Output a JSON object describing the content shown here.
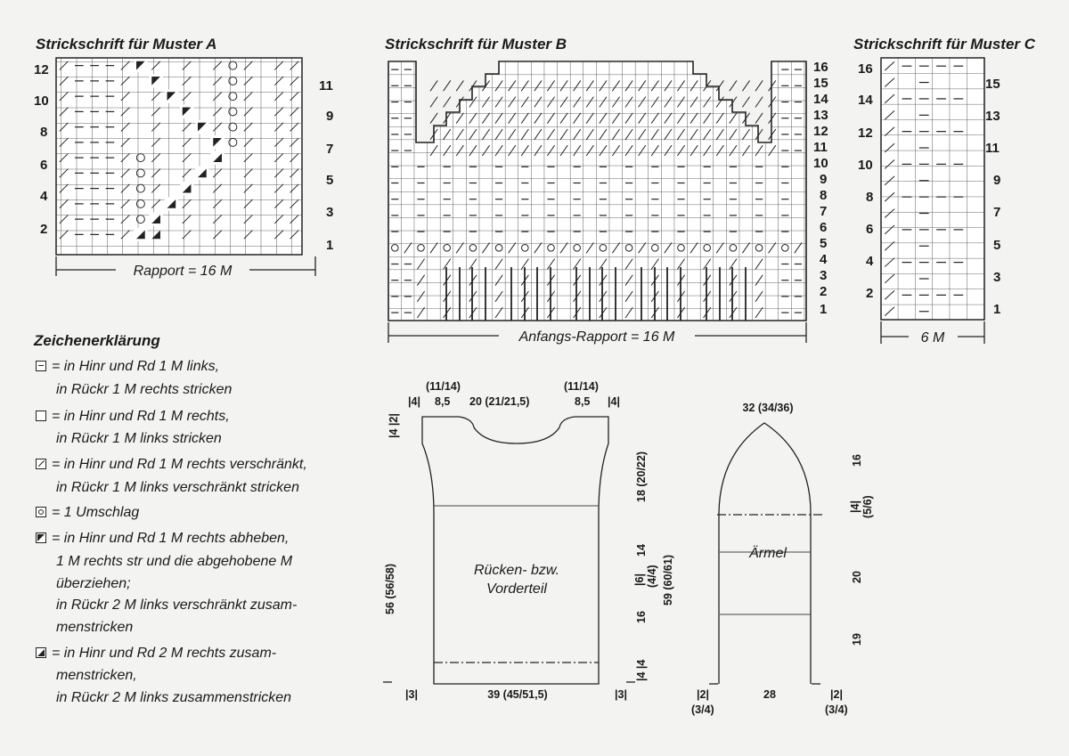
{
  "muster_a": {
    "title": "Strickschrift für Muster A",
    "rapport": "Rapport = 16 M",
    "left_rows": [
      "12",
      "10",
      "8",
      "6",
      "4",
      "2"
    ],
    "right_rows": [
      "11",
      "9",
      "7",
      "5",
      "3",
      "1"
    ]
  },
  "muster_b": {
    "title": "Strickschrift für Muster B",
    "rapport": "Anfangs-Rapport = 16 M",
    "rows": [
      "16",
      "15",
      "14",
      "13",
      "12",
      "11",
      "10",
      "9",
      "8",
      "7",
      "6",
      "5",
      "4",
      "3",
      "2",
      "1"
    ]
  },
  "muster_c": {
    "title": "Strickschrift für Muster C",
    "rapport": "6 M",
    "left_rows": [
      "16",
      "14",
      "12",
      "10",
      "8",
      "6",
      "4",
      "2"
    ],
    "right_rows": [
      "15",
      "13",
      "11",
      "9",
      "7",
      "5",
      "3",
      "1"
    ]
  },
  "legend": {
    "title": "Zeichenerklärung",
    "lines": [
      "= in Hinr und Rd 1 M links,",
      "in Rückr 1 M rechts stricken",
      "= in Hinr und Rd 1 M rechts,",
      "in Rückr 1 M links stricken",
      "= in Hinr und Rd 1 M rechts verschränkt,",
      "in Rückr 1 M links verschränkt stricken",
      "= 1 Umschlag",
      "= in Hinr und Rd 1 M rechts abheben,",
      "1 M rechts str und die abgehobene M",
      "überziehen;",
      "in Rückr 2 M links verschränkt zusam-",
      "menstricken",
      "= in Hinr und Rd 2 M rechts zusam-",
      "menstricken,",
      "in Rückr 2 M links zusammenstricken"
    ]
  },
  "body_schematic": {
    "label1": "Rücken- bzw.",
    "label2": "Vorderteil",
    "top": [
      "|4|",
      "(11/14)",
      "8,5",
      "20 (21/21,5)",
      "(11/14)",
      "8,5",
      "|4|"
    ],
    "left": [
      "|4 |2|",
      "56 (56/58)"
    ],
    "right": [
      "18 (20/22)",
      "14",
      "|6|",
      "(4/4)",
      "16",
      "|4 |4",
      "59 (60/61)"
    ],
    "bottom": [
      "|3|",
      "39 (45/51,5)",
      "|3|"
    ]
  },
  "sleeve_schematic": {
    "label": "Ärmel",
    "top": "32 (34/36)",
    "right": [
      "16",
      "|4|",
      "(5/6)",
      "20",
      "19"
    ],
    "bottom": [
      "|2|",
      "(3/4)",
      "28",
      "|2|",
      "(3/4)"
    ]
  }
}
